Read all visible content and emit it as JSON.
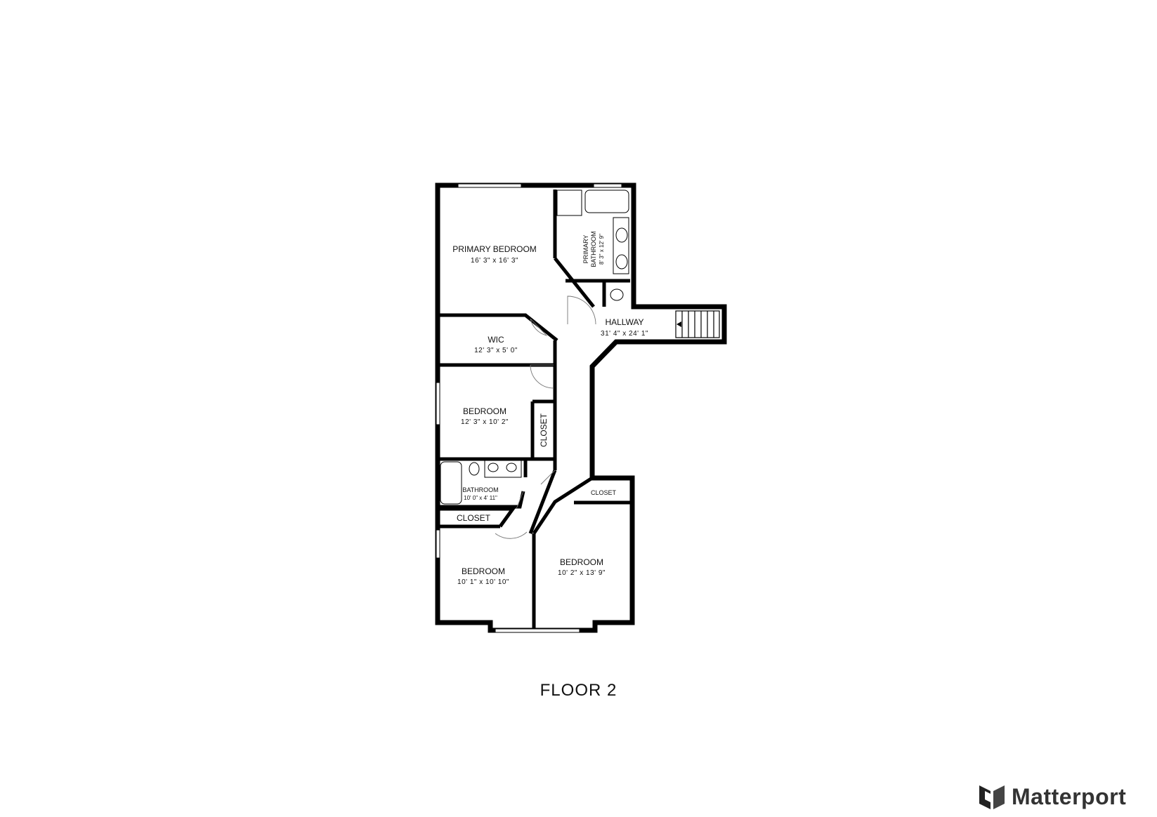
{
  "rooms": {
    "primary_bedroom": {
      "name": "PRIMARY BEDROOM",
      "dims": "16' 3\" x 16' 3\""
    },
    "primary_bathroom": {
      "name_line1": "PRIMARY",
      "name_line2": "BATHROOM",
      "dims": "8' 3\" x 12' 9\""
    },
    "hallway": {
      "name": "HALLWAY",
      "dims": "31' 4\" x 24' 1\""
    },
    "wic": {
      "name": "WIC",
      "dims": "12' 3\" x 5' 0\""
    },
    "bedroom_2": {
      "name": "BEDROOM",
      "dims": "12' 3\" x 10' 2\""
    },
    "closet_vertical": {
      "name": "CLOSET"
    },
    "bathroom": {
      "name": "BATHROOM",
      "dims": "10' 0\" x 4' 11\""
    },
    "closet_left": {
      "name": "CLOSET"
    },
    "closet_right": {
      "name": "CLOSET"
    },
    "bedroom_3": {
      "name": "BEDROOM",
      "dims": "10' 1\" x 10' 10\""
    },
    "bedroom_4": {
      "name": "BEDROOM",
      "dims": "10' 2\" x 13' 9\""
    }
  },
  "floor_label": "FLOOR 2",
  "brand": {
    "name": "Matterport",
    "icon": "matterport-logo-icon"
  }
}
